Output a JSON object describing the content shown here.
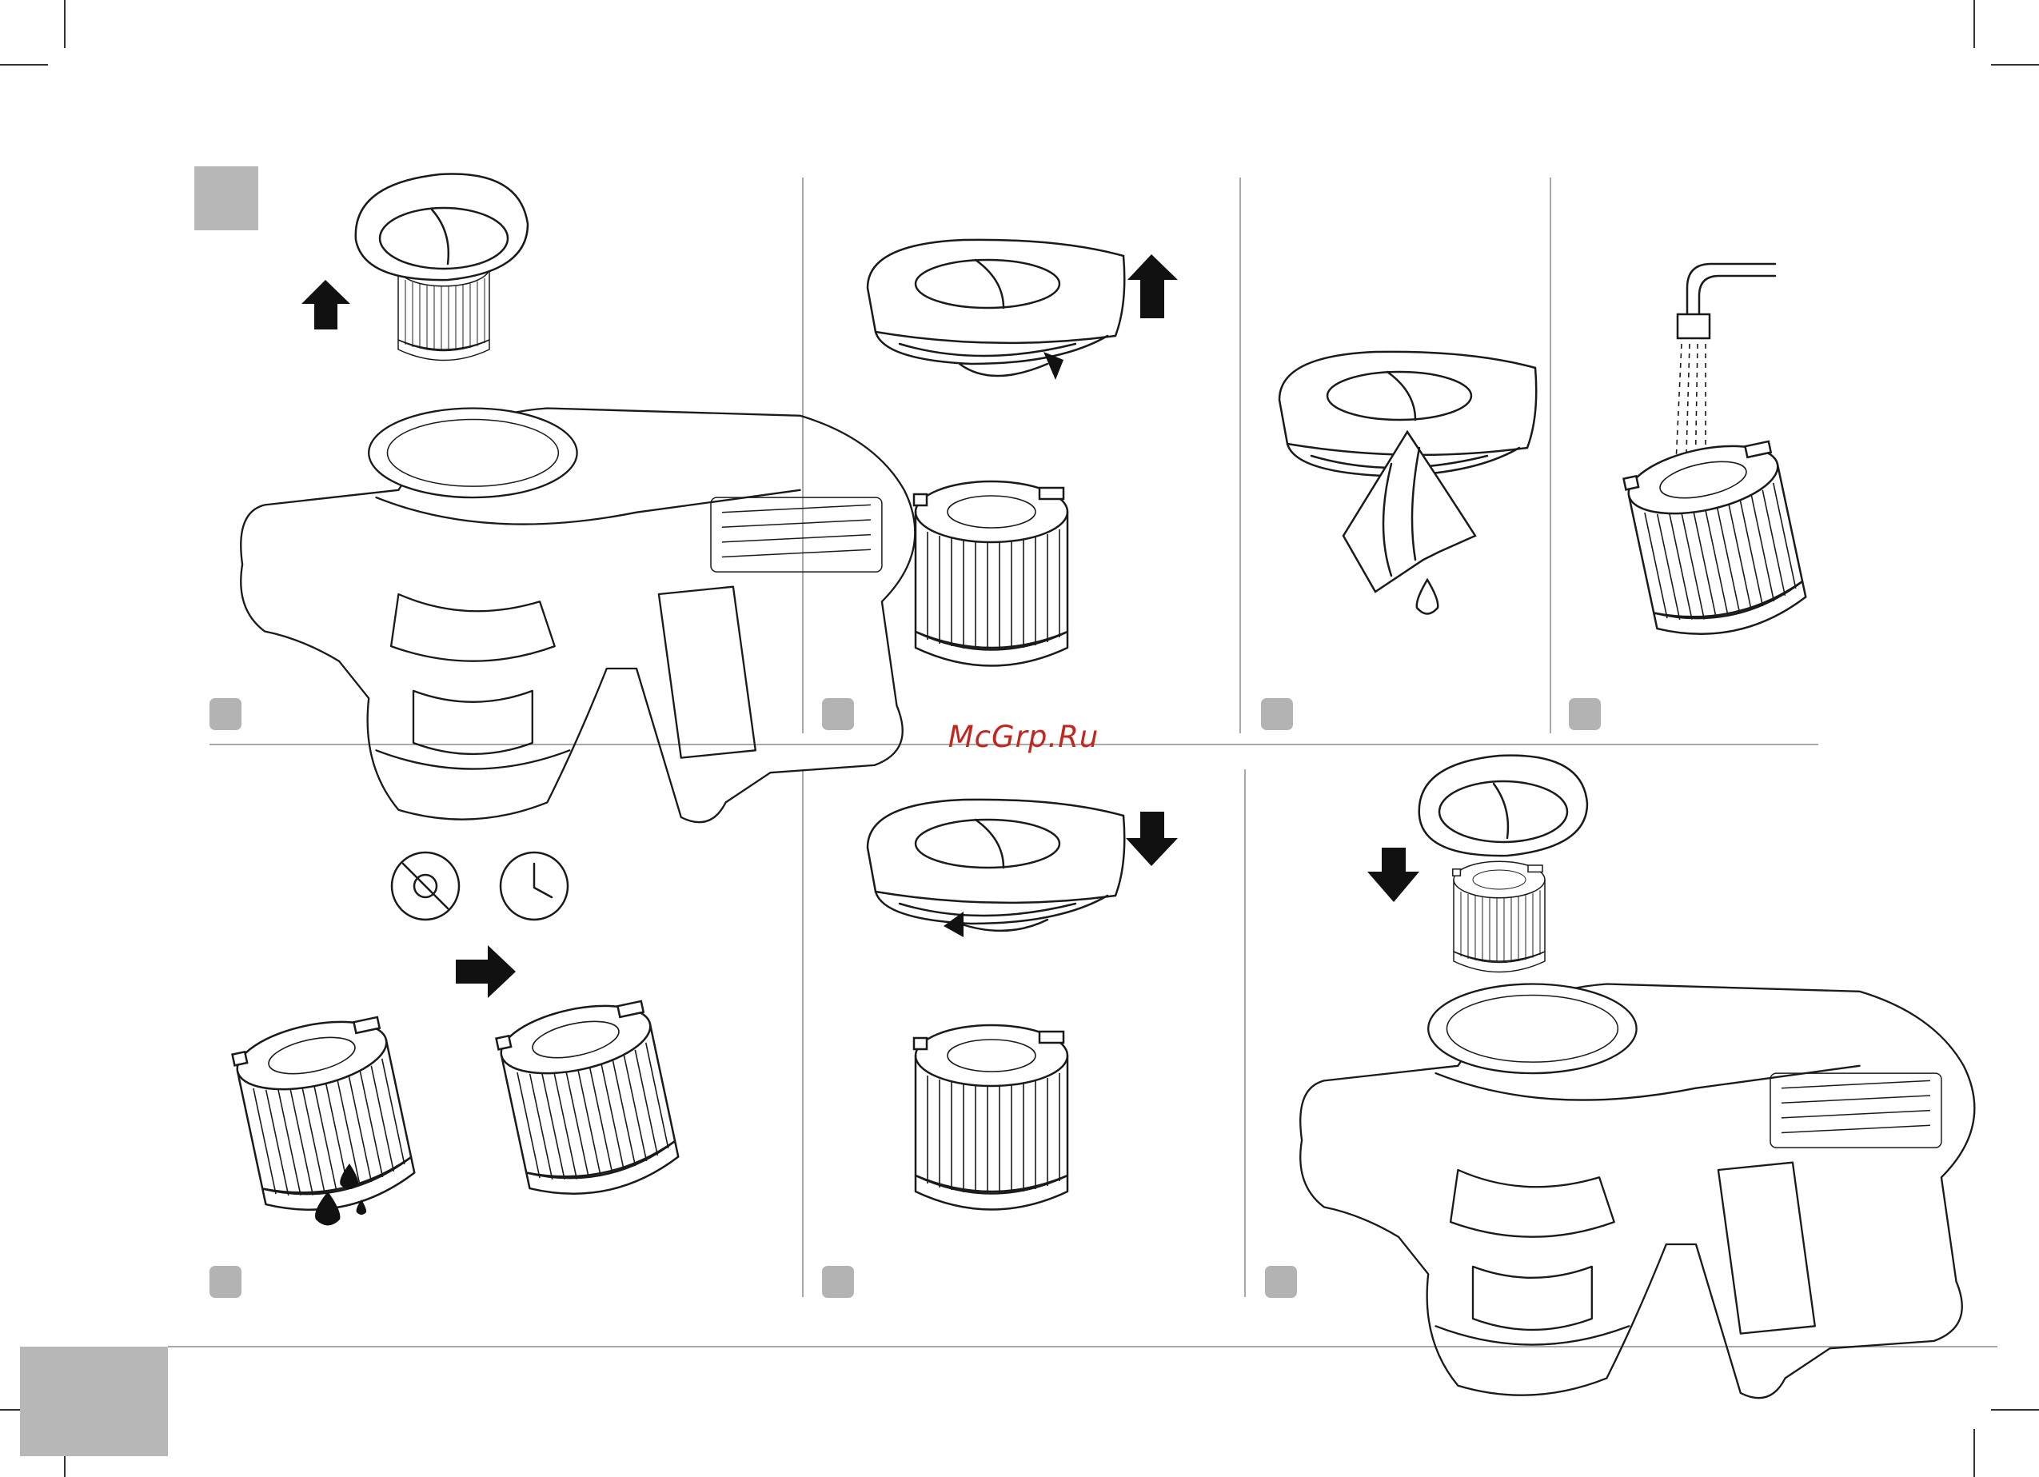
{
  "watermark": {
    "text": "McGrp.Ru",
    "color": "#c2271f"
  },
  "steps": [
    {
      "id": 1,
      "icons": [
        "filter-lift-out-icon",
        "arrow-up-icon",
        "vacuum-body-icon"
      ]
    },
    {
      "id": 2,
      "icons": [
        "cap-twist-off-icon",
        "arrow-up-icon",
        "filter-cylinder-icon"
      ]
    },
    {
      "id": 3,
      "icons": [
        "cloth-wipe-icon",
        "water-drop-icon"
      ]
    },
    {
      "id": 4,
      "icons": [
        "tap-rinse-icon",
        "filter-cylinder-icon"
      ]
    },
    {
      "id": 5,
      "icons": [
        "no-sun-icon",
        "clock-icon",
        "arrow-right-icon",
        "water-drops-icon"
      ]
    },
    {
      "id": 6,
      "icons": [
        "cap-twist-on-icon",
        "arrow-down-icon",
        "filter-cylinder-icon"
      ]
    },
    {
      "id": 7,
      "icons": [
        "filter-insert-icon",
        "arrow-down-icon",
        "vacuum-body-icon"
      ]
    }
  ],
  "colors": {
    "badge": "#b3b3b3",
    "tab": "#b7b7b7",
    "line": "#1a1a1a"
  }
}
